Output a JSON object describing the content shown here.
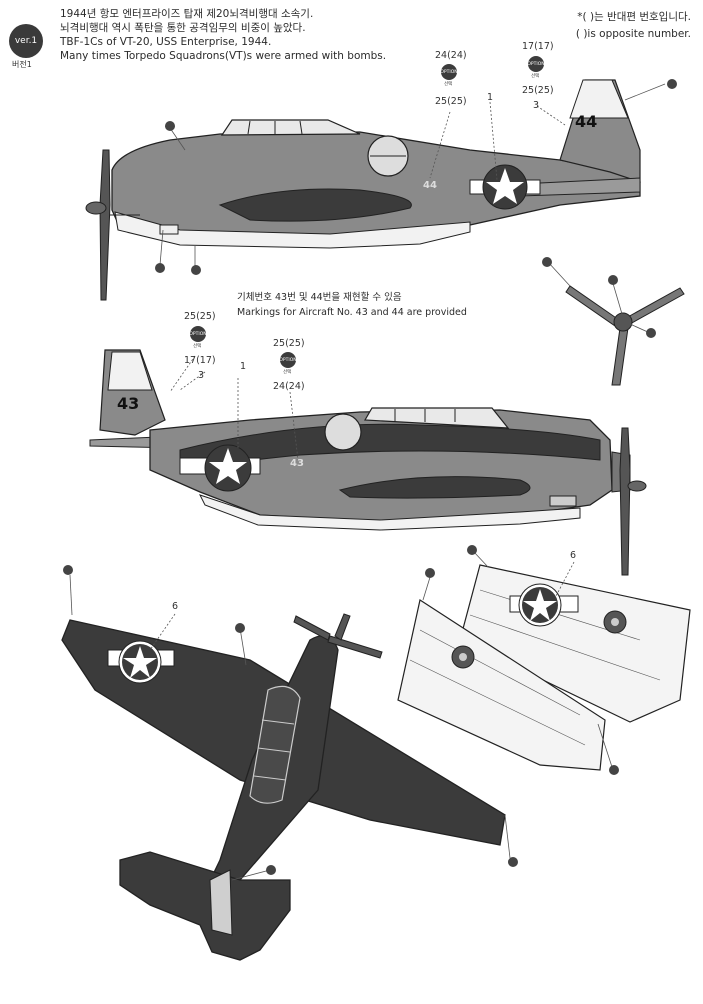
{
  "header": {
    "version_badge": "ver.1",
    "version_sub": "버전1",
    "line1": "1944년 항모 엔터프라이즈 탑재 제20뇌격비행대 소속기.",
    "line2": "뇌격비행대 역시 폭탄을 통한 공격임무의 비중이 높았다.",
    "line3": "TBF-1Cs of VT-20, USS Enterprise, 1944.",
    "line4": "Many times Torpedo Squadrons(VT)s were armed with bombs."
  },
  "note": {
    "line1": "*(  )는 반대편 번호입니다.",
    "line2": "(  )is opposite number."
  },
  "markings_note": {
    "line1": "기체번호 43번 및 44번을 재현할 수 있음",
    "line2": "Markings for Aircraft No. 43 and 44 are provided"
  },
  "option": {
    "badge": "OPTION",
    "sub": "선택"
  },
  "callouts_top": {
    "c1": "24(24)",
    "c2": "25(25)",
    "c3": "17(17)",
    "c4": "25(25)",
    "c5": "3",
    "c6": "1"
  },
  "callouts_mid": {
    "c1": "25(25)",
    "c2": "17(17)",
    "c3": "3",
    "c4": "1",
    "c5": "25(25)",
    "c6": "24(24)"
  },
  "callouts_bottom": {
    "c1": "6",
    "c2": "6"
  },
  "aircraft_numbers": {
    "top": "44",
    "mid": "43"
  },
  "colors": {
    "upper": "#3b3b3b",
    "side": "#8a8a8a",
    "underside": "#f2f2f2",
    "outline": "#222222",
    "marker": "#444444"
  }
}
